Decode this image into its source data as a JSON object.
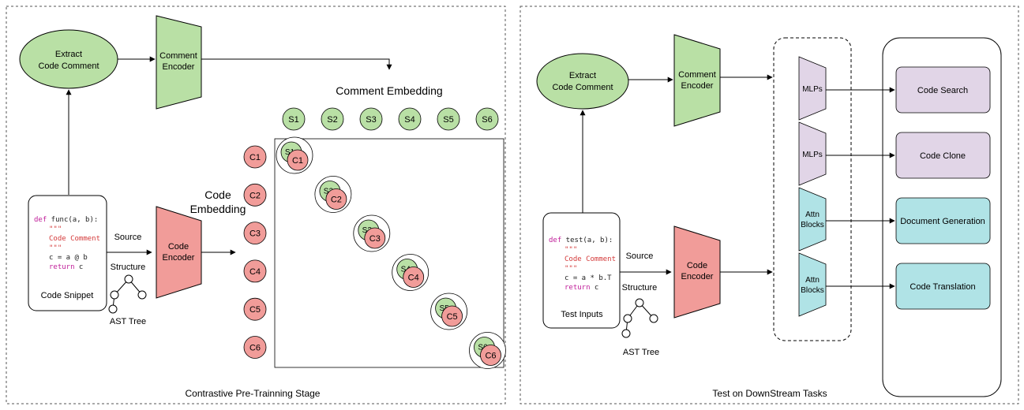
{
  "left_panel": {
    "caption": "Contrastive Pre-Trainning Stage",
    "extract_line1": "Extract",
    "extract_line2": "Code Comment",
    "comment_encoder_line1": "Comment",
    "comment_encoder_line2": "Encoder",
    "comment_embedding": "Comment Embedding",
    "code_embedding_line1": "Code",
    "code_embedding_line2": "Embedding",
    "code_encoder_line1": "Code",
    "code_encoder_line2": "Encoder",
    "source_label": "Source",
    "structure_label": "Structure",
    "ast_label": "AST Tree",
    "snippet_label": "Code Snippet",
    "code": {
      "def_kw": "def",
      "signature": " func(a, b):",
      "quotes": "\"\"\"",
      "comment": "Code Comment",
      "assign": "c = a @ b",
      "return_kw": "return",
      "return_val": " c"
    },
    "s_nodes": [
      "S1",
      "S2",
      "S3",
      "S4",
      "S5",
      "S6"
    ],
    "c_nodes": [
      "C1",
      "C2",
      "C3",
      "C4",
      "C5",
      "C6"
    ],
    "diag_s": [
      "S1",
      "S2",
      "S3",
      "S4",
      "S5",
      "S6"
    ],
    "diag_c": [
      "C1",
      "C2",
      "C3",
      "C4",
      "C5",
      "C6"
    ]
  },
  "right_panel": {
    "caption": "Test on DownStream Tasks",
    "extract_line1": "Extract",
    "extract_line2": "Code Comment",
    "comment_encoder_line1": "Comment",
    "comment_encoder_line2": "Encoder",
    "code_encoder_line1": "Code",
    "code_encoder_line2": "Encoder",
    "source_label": "Source",
    "structure_label": "Structure",
    "ast_label": "AST Tree",
    "inputs_label": "Test Inputs",
    "code": {
      "def_kw": "def",
      "signature": " test(a, b):",
      "quotes": "\"\"\"",
      "comment": "Code Comment",
      "assign": "c = a * b.T",
      "return_kw": "return",
      "return_val": " c"
    },
    "heads": [
      {
        "line1": "MLPs",
        "line2": ""
      },
      {
        "line1": "MLPs",
        "line2": ""
      },
      {
        "line1": "Attn",
        "line2": "Blocks"
      },
      {
        "line1": "Attn",
        "line2": "Blocks"
      }
    ],
    "tasks": [
      "Code Search",
      "Code Clone",
      "Document Generation",
      "Code Translation"
    ]
  },
  "colors": {
    "green": "#b9e0a5",
    "red": "#f19c99",
    "purple": "#e1d5e7",
    "cyan": "#b0e3e6",
    "code_keyword": "#c0209a",
    "code_comment": "#d43a3a"
  }
}
